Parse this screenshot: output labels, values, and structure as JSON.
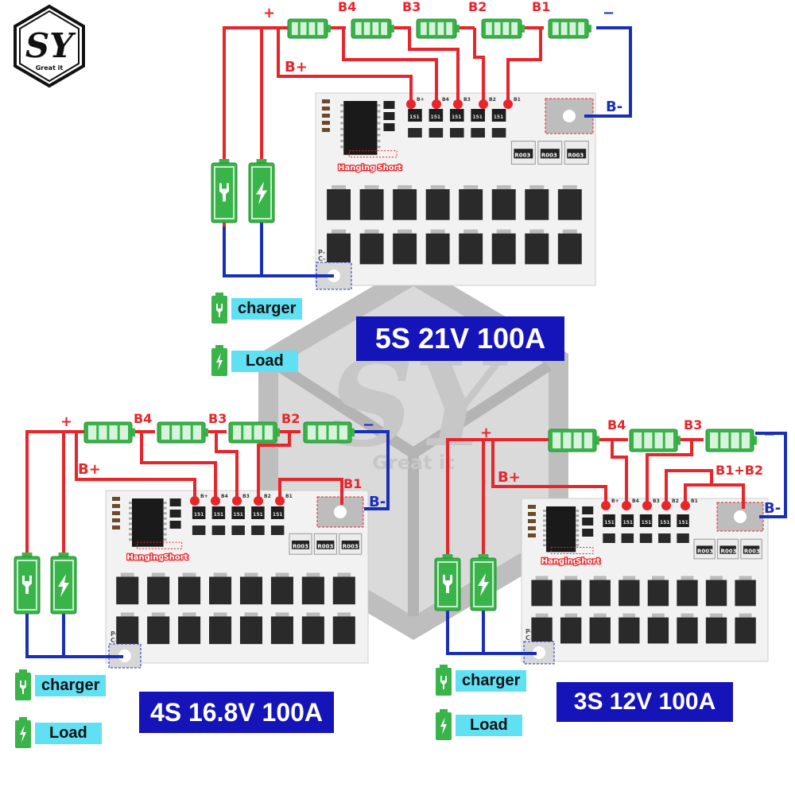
{
  "logo": {
    "text": "SY",
    "subtext": "Great it"
  },
  "watermark": {
    "text": "SY",
    "subtext": "Great it"
  },
  "diagrams": [
    {
      "title": "5S 21V 100A",
      "plus": "+",
      "minus": "−",
      "cell_labels": [
        "B4",
        "B3",
        "B2",
        "B1"
      ],
      "bplus": "B+",
      "bminus": "B-",
      "pin_labels": [
        "B+",
        "B4",
        "B3",
        "B2",
        "B1"
      ],
      "hanging": "Hanging",
      "short": "Short",
      "resistors": [
        "R003",
        "R003",
        "R003"
      ],
      "chip_label": "151",
      "pc": "P-\nC-",
      "legend": {
        "charger": "charger",
        "load": "Load"
      }
    },
    {
      "title": "4S 16.8V 100A",
      "plus": "+",
      "minus": "−",
      "cell_labels": [
        "B4",
        "B3",
        "B2",
        "B1"
      ],
      "bplus": "B+",
      "bminus": "B-",
      "pin_labels": [
        "B+",
        "B4",
        "B3",
        "B2",
        "B1"
      ],
      "hanging": "Hanging",
      "short": "Short",
      "resistors": [
        "R003",
        "R003",
        "R003"
      ],
      "chip_label": "151",
      "pc": "P-\nC-",
      "legend": {
        "charger": "charger",
        "load": "Load"
      }
    },
    {
      "title": "3S 12V 100A",
      "plus": "+",
      "minus": "−",
      "cell_labels": [
        "B4",
        "B3",
        "B1+B2"
      ],
      "bplus": "B+",
      "bminus": "B-",
      "pin_labels": [
        "B+",
        "B4",
        "B3",
        "B2",
        "B1"
      ],
      "hanging": "Hanging",
      "short": "Short",
      "resistors": [
        "R003",
        "R003",
        "R003"
      ],
      "chip_label": "151",
      "pc": "P-\nC-",
      "legend": {
        "charger": "charger",
        "load": "Load"
      }
    }
  ],
  "colors": {
    "red": "#e8252a",
    "blue": "#1a2fb8",
    "green": "#38b449",
    "title_bg": "#1414b8",
    "legend_bg": "#5fe0f3"
  }
}
